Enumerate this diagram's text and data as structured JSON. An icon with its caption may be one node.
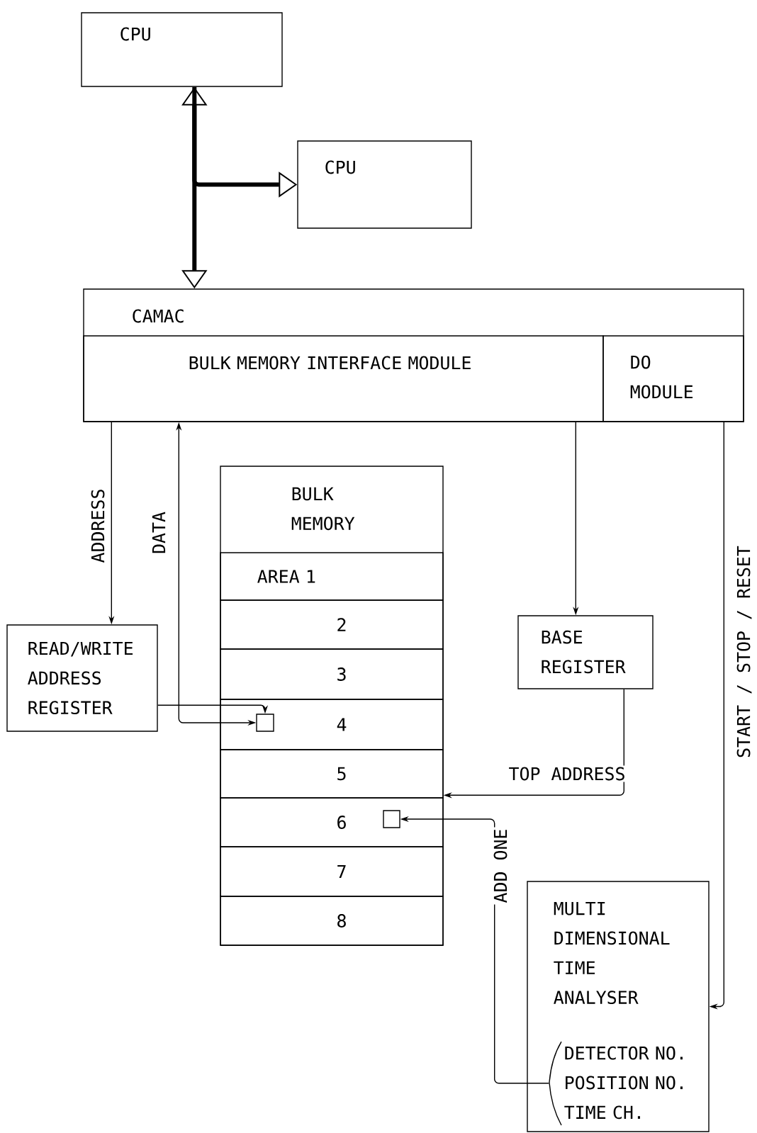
{
  "diagram": {
    "nodes": [
      {
        "text": [
          "CPU"
        ]
      },
      {
        "text": [
          "CPU"
        ]
      },
      {
        "text": [
          "CAMAC"
        ]
      },
      {
        "text": [
          "BULK MEMORY INTERFACE MODULE"
        ],
        "in": 2
      },
      {
        "text": [
          "DO MODULE"
        ],
        "in": 2
      },
      {
        "text": [
          "BULK MEMORY"
        ]
      },
      {
        "text": [
          "AREA 1"
        ],
        "in": 5
      },
      {
        "text": [
          "2"
        ],
        "in": 5
      },
      {
        "text": [
          "3"
        ],
        "in": 5
      },
      {
        "text": [
          "4"
        ],
        "in": 5
      },
      {
        "text": [
          "5"
        ],
        "in": 5
      },
      {
        "text": [
          "6"
        ],
        "in": 5
      },
      {
        "text": [
          "7"
        ],
        "in": 5
      },
      {
        "text": [
          "8"
        ],
        "in": 5
      },
      {
        "text": [
          "READ/WRITE ADDRESS REGISTER"
        ]
      },
      {
        "text": [
          "BASE REGISTER"
        ]
      },
      {
        "text": [
          "MULTI DIMENSIONAL TIME ANALYSER",
          "DETECTOR NO. POSITION NO. TIME CH."
        ]
      },
      {
        "text": [],
        "shape": "box",
        "in": 9
      },
      {
        "text": [],
        "shape": "box",
        "in": 11
      }
    ],
    "edges": [
      {
        "from": 0,
        "to": 2,
        "arrow": "both",
        "style": "thick"
      },
      {
        "from": 0,
        "to": 1,
        "arrow": "to",
        "style": "thick"
      },
      {
        "from": 3,
        "to": 14,
        "arrow": "to",
        "label": "ADDRESS"
      },
      {
        "from": 3,
        "to": 17,
        "arrow": "both",
        "label": "DATA"
      },
      {
        "from": 14,
        "to": 17,
        "arrow": "to"
      },
      {
        "from": 3,
        "to": 15,
        "arrow": "to"
      },
      {
        "from": 15,
        "to": 5,
        "arrow": "to",
        "label": "TOP ADDRESS"
      },
      {
        "from": 4,
        "to": 16,
        "arrow": "to",
        "label": "START / STOP / RESET"
      },
      {
        "from": 16,
        "to": 18,
        "arrow": "to",
        "label": "ADD ONE"
      }
    ]
  }
}
